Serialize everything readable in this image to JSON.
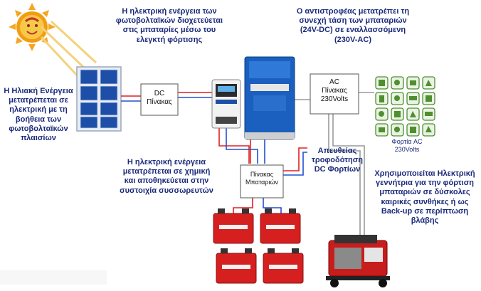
{
  "labels": {
    "solar_text": "Η Ηλιακή Ενέργεια μετατρέπεται σε ηλεκτρική με τη βοήθεια των φωτοβολταϊκών πλαισίων",
    "pv_charge_text": "Η ηλεκτρική ενέργεια των φωτοβολταϊκών διοχετεύεται στις μπαταρίες μέσω του ελεγκτή φόρτισης",
    "inverter_text": "Ο αντιστροφέας μετατρέπει τη συνεχή τάση των μπαταριών (24V-DC) σε εναλλασσόμενη (230V-AC)",
    "battery_text": "Η ηλεκτρική ενέργεια μετατρέπεται σε χημική και αποθηκεύεται στην συστοιχία συσσωρευτών",
    "direct_dc_text": "Απευθείας τροφοδότηση DC Φορτίων",
    "generator_text": "Χρησιμοποιείται Ηλεκτρική γεννήτρια για την φόρτιση μπαταριών σε δύσκολες καιρικές συνθήκες ή ως Back-up σε περίπτωση βλάβης",
    "dc_panel_line1": "DC",
    "dc_panel_line2": "Πίνακας",
    "ac_panel_line1": "AC",
    "ac_panel_line2": "Πίνακας",
    "ac_panel_line3": "230Volts",
    "battery_panel_line1": "Πίνακας",
    "battery_panel_line2": "Μπαταριών",
    "ac_loads_line1": "Φορτία AC",
    "ac_loads_line2": "230Volts"
  },
  "colors": {
    "line_gray": "#9a9a9a",
    "line_red": "#e02020",
    "line_blue": "#2050d0",
    "panel_blue": "#1e4fa8",
    "inverter_blue": "#1b5fbf",
    "battery_red": "#d62020",
    "sun_orange": "#f39c12",
    "icon_green": "#4f8f2f"
  },
  "icons": [
    "sun-icon",
    "solar-panel-icon",
    "charge-controller-icon",
    "inverter-icon",
    "battery-icon",
    "generator-icon",
    "appliance-icon"
  ]
}
